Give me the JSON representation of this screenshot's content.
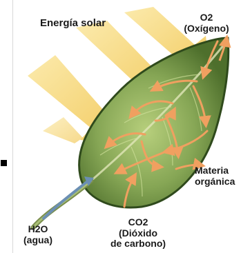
{
  "labels": {
    "solar": "Energía solar",
    "oxygen": "O2\n(Oxígeno)",
    "organic": "Materia\norgánica",
    "water": "H2O\n(agua)",
    "co2": "CO2\n(Dióxido\nde carbono)"
  },
  "icons": {
    "bullet": "square-bullet-icon",
    "sunbeams": "sunbeam-arrow-icon",
    "leaf": "leaf-icon",
    "flow": "flow-arrow-icon"
  },
  "colors": {
    "sunbeam": "#f5d36e",
    "leaf_light": "#a9c56a",
    "leaf_dark": "#4e6f2c",
    "leaf_edge": "#2f4a1c",
    "arrows": "#f0a060",
    "water_arrow": "#6b8fb3",
    "text": "#1a1a1a"
  }
}
